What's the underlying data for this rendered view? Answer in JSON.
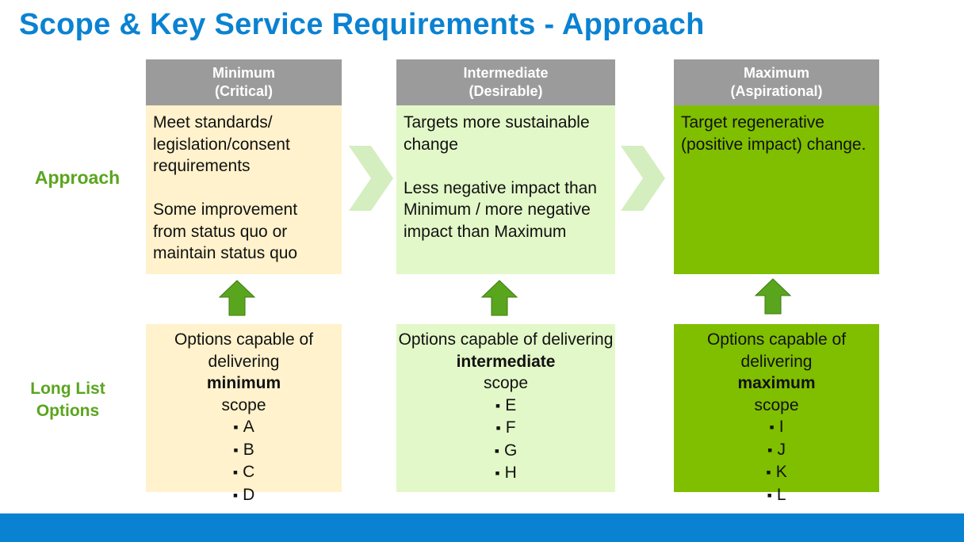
{
  "title": "Scope & Key Service Requirements - Approach",
  "row_labels": {
    "approach": "Approach",
    "long_list_line1": "Long List",
    "long_list_line2": "Options"
  },
  "columns": [
    {
      "head_line1": "Minimum",
      "head_line2": "(Critical)",
      "approach_p1": "Meet standards/ legislation/consent requirements",
      "approach_p2": "Some improvement from status quo or maintain status quo",
      "options_pre": "Options capable of delivering",
      "options_bold": "minimum",
      "options_post": "scope",
      "options": [
        "A",
        "B",
        "C",
        "D"
      ]
    },
    {
      "head_line1": "Intermediate",
      "head_line2": "(Desirable)",
      "approach_p1": "Targets more sustainable change",
      "approach_p2": "Less negative impact than Minimum / more negative impact than Maximum",
      "options_pre": "Options capable of delivering",
      "options_bold": "intermediate",
      "options_post": "scope",
      "options": [
        "E",
        "F",
        "G",
        "H"
      ]
    },
    {
      "head_line1": "Maximum",
      "head_line2": "(Aspirational)",
      "approach_p1": "Target regenerative (positive impact) change.",
      "approach_p2": "",
      "options_pre": "Options capable of delivering",
      "options_bold": "maximum",
      "options_post": "scope",
      "options": [
        "I",
        "J",
        "K",
        "L"
      ]
    }
  ],
  "colors": {
    "title_blue": "#0a82d2",
    "label_green": "#5aa51e",
    "header_grey": "#9b9b9b",
    "beige": "#fff2cc",
    "light_green": "#e3f8c8",
    "dark_green": "#7fbf00",
    "arrow_green": "#5aa51e",
    "chevron_green": "#d4eebf"
  },
  "icons": {
    "chevron": "chevron-right-icon",
    "arrow": "arrow-up-icon"
  }
}
